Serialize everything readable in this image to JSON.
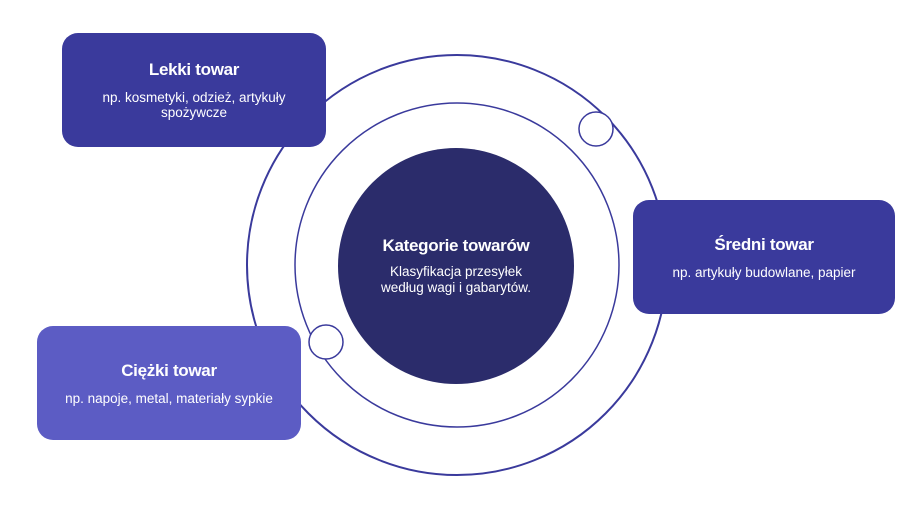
{
  "center": {
    "title": "Kategorie towarów",
    "description": "Klasyfikacja przesyłek według wagi i gabarytów."
  },
  "categories": [
    {
      "title": "Lekki towar",
      "description": "np. kosmetyki, odzież, artykuły spożywcze"
    },
    {
      "title": "Średni towar",
      "description": "np. artykuły budowlane, papier"
    },
    {
      "title": "Ciężki towar",
      "description": "np. napoje, metal, materiały sypkie"
    }
  ],
  "colors": {
    "center": "#2b2c6b",
    "card_light": "#3a3a9c",
    "card_medium": "#3a3a9c",
    "card_heavy": "#5c5cc4",
    "rings": "#3a3a9c"
  }
}
